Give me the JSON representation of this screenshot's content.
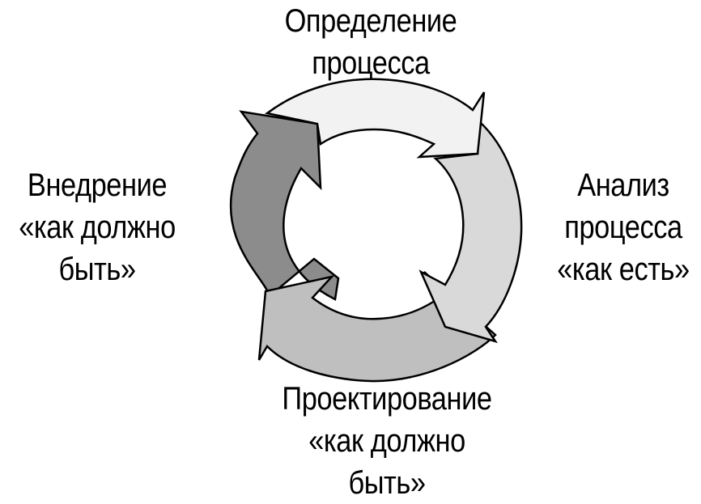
{
  "stages": [
    {
      "id": "definition",
      "lines": [
        "Определение",
        "процесса"
      ],
      "fill": "#f2f2f2"
    },
    {
      "id": "analysis",
      "lines": [
        "Анализ",
        "процесса",
        "«как есть»"
      ],
      "fill": "#d9d9d9"
    },
    {
      "id": "design",
      "lines": [
        "Проектирование",
        "«как должно",
        "быть»"
      ],
      "fill": "#bfbfbf"
    },
    {
      "id": "implementation",
      "lines": [
        "Внедрение",
        "«как должно",
        "быть»"
      ],
      "fill": "#8c8c8c"
    }
  ],
  "stroke_color": "#000000"
}
